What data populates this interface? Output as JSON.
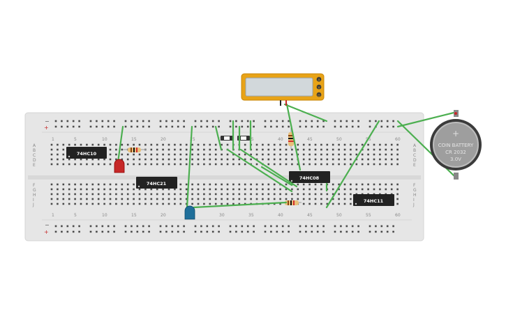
{
  "breadboard": {
    "top_col_numbers": [
      "1",
      "5",
      "10",
      "15",
      "20",
      "25",
      "30",
      "35",
      "40",
      "45",
      "50",
      "55",
      "60"
    ],
    "bottom_col_numbers": [
      "1",
      "5",
      "10",
      "15",
      "20",
      "25",
      "30",
      "35",
      "40",
      "45",
      "50",
      "55",
      "60"
    ],
    "row_letters_top": [
      "A",
      "B",
      "C",
      "D",
      "E"
    ],
    "row_letters_bottom": [
      "F",
      "G",
      "H",
      "I",
      "J"
    ],
    "rail_minus": "−",
    "rail_plus": "+"
  },
  "chips": [
    {
      "label": "74HC10"
    },
    {
      "label": "74HC21"
    },
    {
      "label": "74HC08"
    },
    {
      "label": "74HC11"
    }
  ],
  "battery": {
    "line1": "COIN BATTERY",
    "line2": "CR 2032",
    "line3": "3.0V",
    "symbol": "+"
  },
  "multimeter": {
    "buttons": [
      "A",
      "V",
      "Ω"
    ]
  },
  "colors": {
    "wire": "#4caf50",
    "chip": "#222222",
    "board": "#e9e9e9",
    "led_red": "#c62828",
    "led_blue": "#1f6f9a",
    "meter": "#e8a317"
  }
}
